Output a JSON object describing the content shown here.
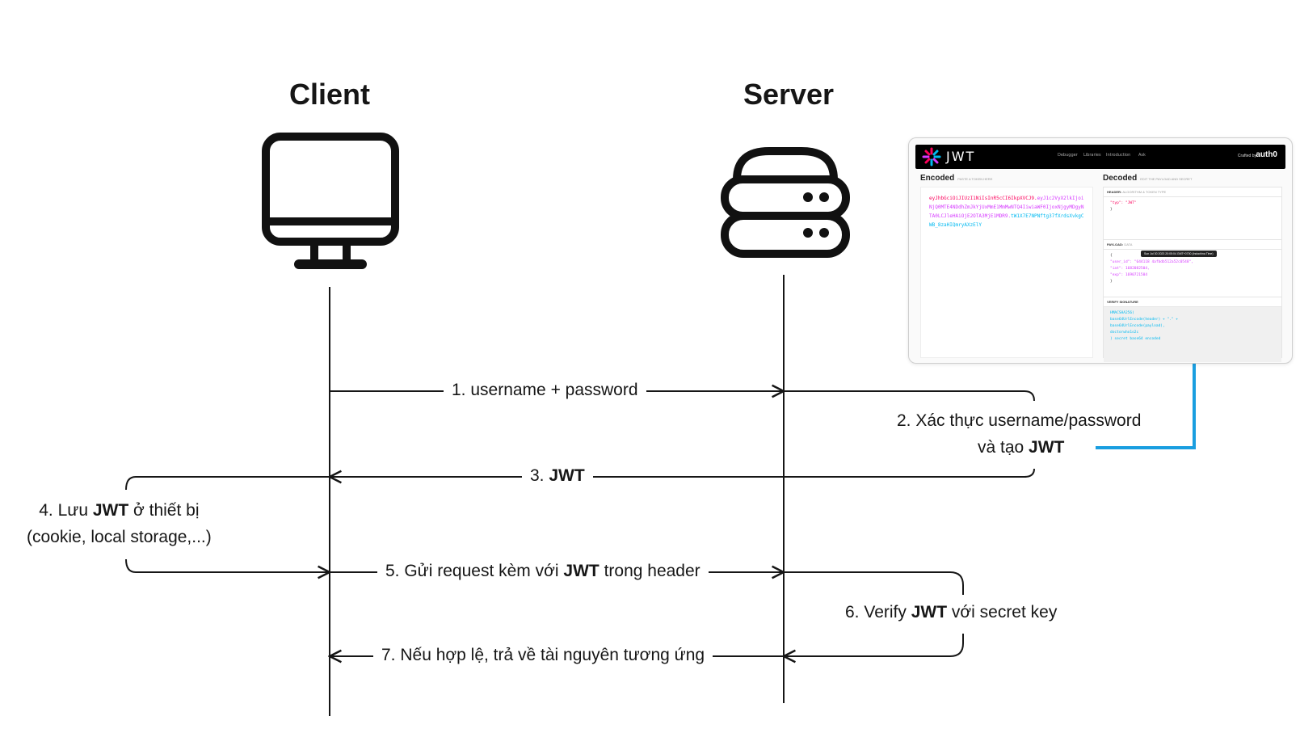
{
  "actors": {
    "client": "Client",
    "server": "Server"
  },
  "messages": {
    "m1": "1. username + password",
    "m2_line1": "2. Xác thực username/password",
    "m2_line2_pre": "và tạo ",
    "m2_line2_bold": "JWT",
    "m3_pre": "3. ",
    "m3_bold": "JWT",
    "m4_line1_pre": "4. Lưu ",
    "m4_line1_bold": "JWT",
    "m4_line1_post": " ở thiết bị",
    "m4_line2": "(cookie, local storage,...)",
    "m5_pre": "5. Gửi request kèm với ",
    "m5_bold": "JWT",
    "m5_post": " trong header",
    "m6_pre": "6. Verify ",
    "m6_bold": "JWT",
    "m6_post": " với secret key",
    "m7": "7. Nếu hợp lệ, trả về tài nguyên tương ứng"
  },
  "jwt_screenshot": {
    "logo": "JWT",
    "nav": [
      "Debugger",
      "Libraries",
      "Introduction",
      "Ask"
    ],
    "crafted_by": "Crafted by",
    "brand": "auth0",
    "encoded_title": "Encoded",
    "encoded_sub": "PASTE A TOKEN HERE",
    "decoded_title": "Decoded",
    "decoded_sub": "EDIT THE PAYLOAD AND SECRET",
    "token_header": "eyJhbGciOiJIUzI1NiIsInR5cCI6IkpXVCJ9.",
    "token_payload_a": "ey",
    "token_payload_b": "J1c2VyX2lkIjoiNjQ0MTE4NDdhZmJkYjUxMmE1MmMwNTQ4IiwiaWF0IjoxNjgyMDgyNTA0LCJleHAiOjE2OTA3MjE1MDR9.",
    "token_sig": "tW1X7E7NPNftg37fXrdsXvkgCWB_8zaHIQmryAXzElY",
    "header_label": "HEADER:",
    "header_sub": "ALGORITHM & TOKEN TYPE",
    "header_body_1": "\"typ\": \"JWT\"",
    "header_body_2": "}",
    "payload_label": "PAYLOAD:",
    "payload_sub": "DATA",
    "payload_tooltip": "Sun Jul 30 2023 20:05:04 GMT+0700 (Indochina Time)",
    "payload_body_1": "{",
    "payload_body_2": "\"user_id\": \"644118 4afbdb512a52c0548\",",
    "payload_body_3": "\"iat\": 1682082504,",
    "payload_body_4": "\"exp\": 1690721504",
    "payload_body_5": "}",
    "sig_label": "VERIFY SIGNATURE",
    "sig_body_1": "HMACSHA256(",
    "sig_body_2": "base64UrlEncode(header) + \".\" +",
    "sig_body_3": "base64UrlEncode(payload),",
    "sig_body_4": "doctorwho1o2c",
    "sig_body_5": ") secret base64 encoded"
  },
  "colors": {
    "line": "#161616",
    "connector": "#1a9ee0"
  }
}
